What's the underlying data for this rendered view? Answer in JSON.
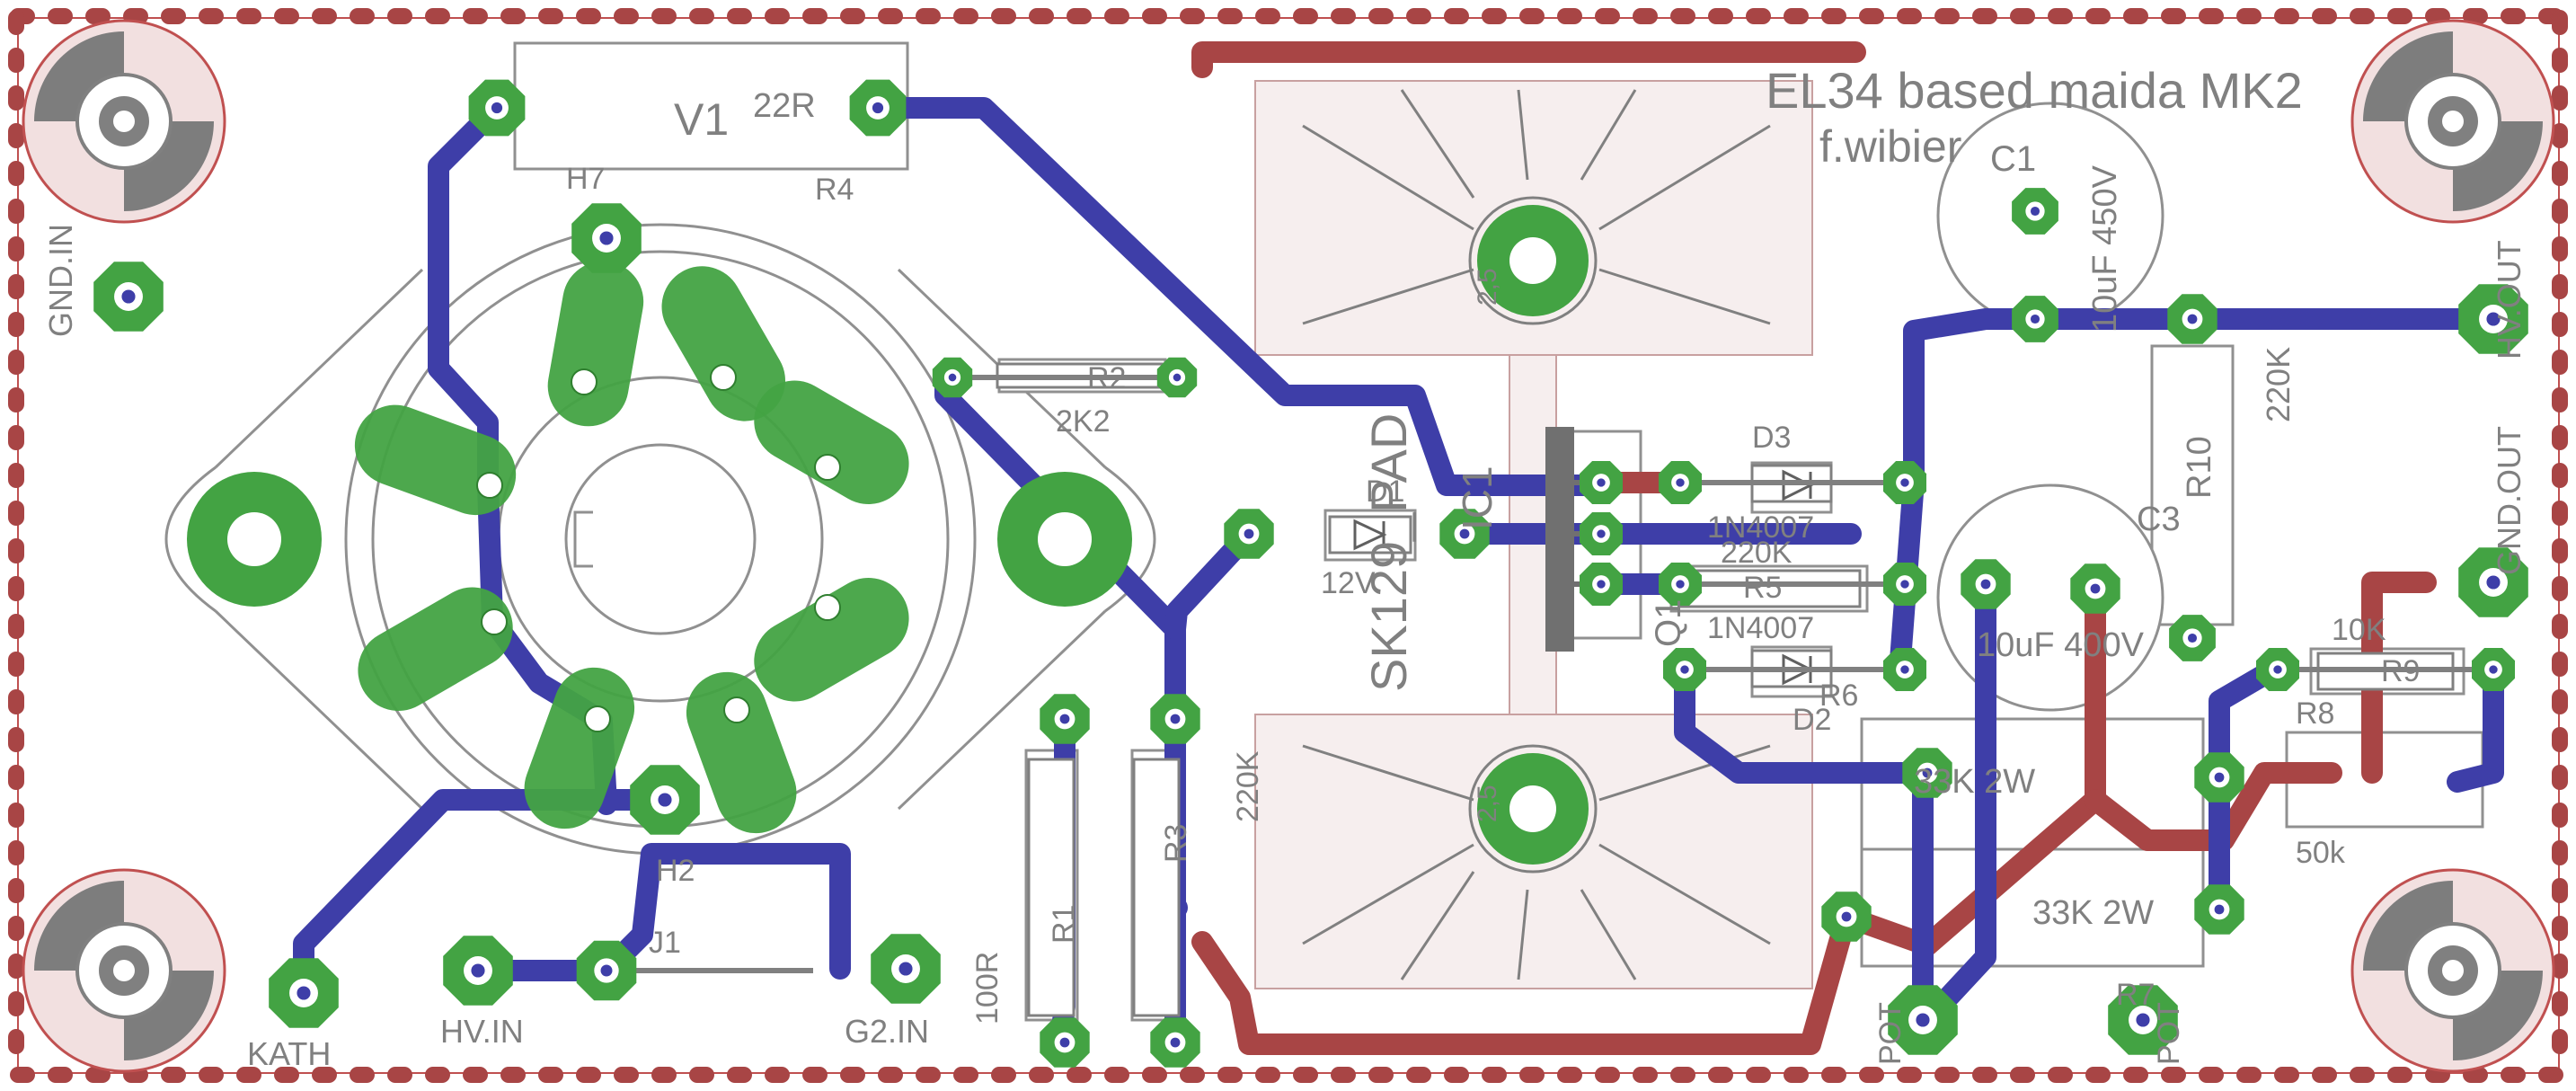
{
  "board": {
    "title": "EL34 based maida MK2",
    "author": "f.wibier",
    "colors": {
      "background": "#ffffff",
      "bottom_copper": "#3e3ea8",
      "top_copper": "#a84545",
      "pads": "#43a343",
      "silkscreen": "#808080",
      "outline": "#c05050"
    }
  },
  "labels": {
    "v1": "V1",
    "r4_value": "22R",
    "r4_name": "R4",
    "h7": "H7",
    "h2": "H2",
    "j1": "J1",
    "gnd_in": "GND.IN",
    "kath": "KATH",
    "hv_in": "HV.IN",
    "g2_in": "G2.IN",
    "r2_name": "R2",
    "r2_value": "2K2",
    "d1_name": "D1",
    "d1_value": "12V",
    "heatsink_left_name": "SK129_PAD",
    "heatsink_top_value": "2,5",
    "heatsink_bottom_value": "2,5",
    "ic": "IC1",
    "d3_name": "D3",
    "d3_value": "1N4007",
    "r5_value": "220K",
    "r5_name": "R5",
    "d2_value": "1N4007",
    "d2_name": "D2",
    "r6": "R6",
    "c1_name": "C1",
    "c1_value": "10uF 450V",
    "c3_value": "10uF 400V",
    "c3_name": "C3",
    "r10_name": "R10",
    "r10_value": "220K",
    "hv_out": "HV.OUT",
    "gnd_out": "GND.OUT",
    "r9_value": "10K",
    "r9_name": "R9",
    "r8_name": "R8",
    "r8_value": "50k",
    "r_top_2w": "33K 2W",
    "r_bottom_2w": "33K 2W",
    "r1_name": "R1",
    "r3_name": "R3",
    "r3_value": "220K",
    "r_g2_value": "100R",
    "pot_left": "POT",
    "pot_right": "POT",
    "r7": "R7",
    "q1": "Q1"
  }
}
